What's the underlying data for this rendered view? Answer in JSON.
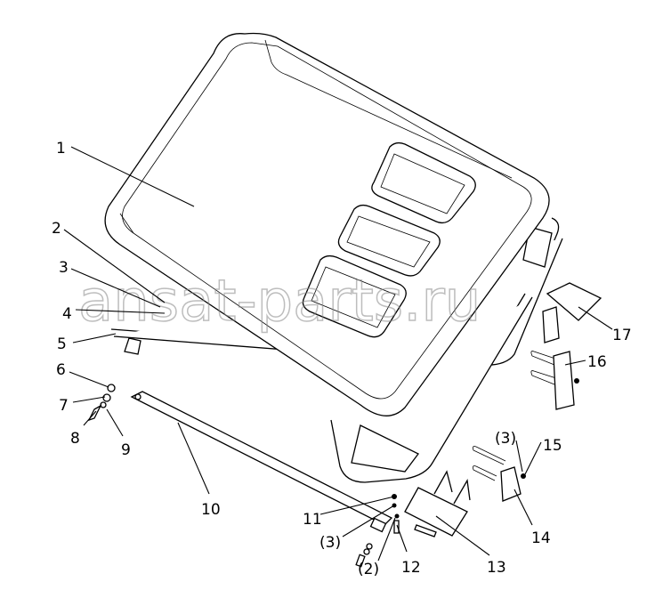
{
  "watermark": "ansat-parts.ru",
  "callouts": [
    {
      "id": "1",
      "text": "1"
    },
    {
      "id": "2",
      "text": "2"
    },
    {
      "id": "3",
      "text": "3"
    },
    {
      "id": "4",
      "text": "4"
    },
    {
      "id": "5",
      "text": "5"
    },
    {
      "id": "6",
      "text": "6"
    },
    {
      "id": "7",
      "text": "7"
    },
    {
      "id": "8",
      "text": "8"
    },
    {
      "id": "9",
      "text": "9"
    },
    {
      "id": "10",
      "text": "10"
    },
    {
      "id": "11",
      "text": "11"
    },
    {
      "id": "3b",
      "text": "(3)"
    },
    {
      "id": "2b",
      "text": "(2)"
    },
    {
      "id": "12",
      "text": "12"
    },
    {
      "id": "13",
      "text": "13"
    },
    {
      "id": "14",
      "text": "14"
    },
    {
      "id": "3c",
      "text": "(3)"
    },
    {
      "id": "15",
      "text": "15"
    },
    {
      "id": "16",
      "text": "16"
    },
    {
      "id": "17",
      "text": "17"
    }
  ]
}
